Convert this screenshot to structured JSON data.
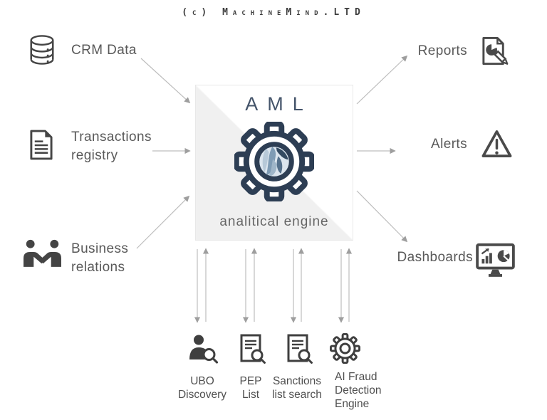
{
  "header": {
    "title": "(c) MachineMind.LTD"
  },
  "engine": {
    "title": "AML",
    "subtitle": "analitical engine",
    "icon": "gear-globe-icon"
  },
  "inputs": [
    {
      "label": "CRM Data",
      "lines": [
        "CRM Data"
      ],
      "icon": "database-icon"
    },
    {
      "label": "Transactions registry",
      "lines": [
        "Transactions",
        "registry"
      ],
      "icon": "document-icon"
    },
    {
      "label": "Business relations",
      "lines": [
        "Business",
        "relations"
      ],
      "icon": "handshake-icon"
    }
  ],
  "outputs": [
    {
      "label": "Reports",
      "icon": "report-edit-icon"
    },
    {
      "label": "Alerts",
      "icon": "warning-triangle-icon"
    },
    {
      "label": "Dashboards",
      "icon": "dashboard-monitor-icon"
    }
  ],
  "modules": [
    {
      "label": "UBO Discovery",
      "lines": [
        "UBO",
        "Discovery"
      ],
      "icon": "person-search-icon"
    },
    {
      "label": "PEP List",
      "lines": [
        "PEP",
        "List"
      ],
      "icon": "document-search-icon"
    },
    {
      "label": "Sanctions list search",
      "lines": [
        "Sanctions",
        "list search"
      ],
      "icon": "document-search-icon"
    },
    {
      "label": "AI Fraud Detection Engine",
      "lines": [
        "AI Fraud",
        "Detection",
        "Engine"
      ],
      "icon": "gear-icon"
    }
  ],
  "colors": {
    "engine_navy": "#2d3e54",
    "engine_title": "#44546a",
    "icon_gray": "#404040",
    "text_gray": "#595959",
    "arrow_gray": "#bdbdbd",
    "box_triangle": "#f0f0f0",
    "globe_light": "#b7c9d8",
    "globe_mid": "#7f9cb5",
    "globe_dark": "#334a61"
  }
}
